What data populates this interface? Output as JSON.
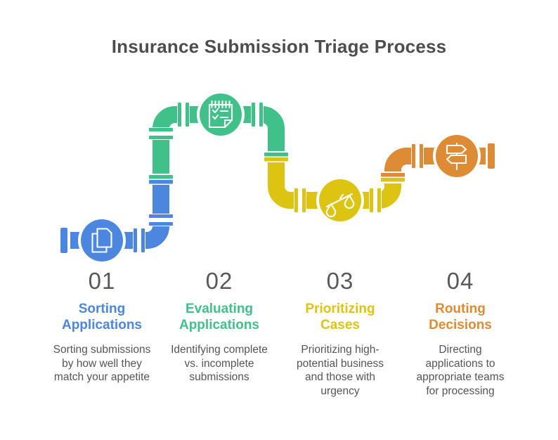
{
  "title": "Insurance Submission Triage Process",
  "palette": {
    "blue": "#4c86de",
    "green": "#41c18a",
    "yellow": "#ddc312",
    "orange": "#dd8b35",
    "heading_gray": "#4d4d4d",
    "number_gray": "#595959",
    "body_gray": "#555555",
    "background": "#ffffff"
  },
  "steps": [
    {
      "number": "01",
      "title": "Sorting\nApplications",
      "description": "Sorting submissions\nby how well they\nmatch your appetite",
      "color": "#4c86de",
      "icon": "documents-icon"
    },
    {
      "number": "02",
      "title": "Evaluating\nApplications",
      "description": "Identifying complete\nvs. incomplete\nsubmissions",
      "color": "#41c18a",
      "icon": "checklist-icon"
    },
    {
      "number": "03",
      "title": "Prioritizing\nCases",
      "description": "Prioritizing high-\npotential business\nand those with\nurgency",
      "color": "#ddc312",
      "icon": "scales-icon"
    },
    {
      "number": "04",
      "title": "Routing\nDecisions",
      "description": "Directing\napplications to\nappropriate teams\nfor processing",
      "color": "#dd8b35",
      "icon": "signpost-icon"
    }
  ]
}
